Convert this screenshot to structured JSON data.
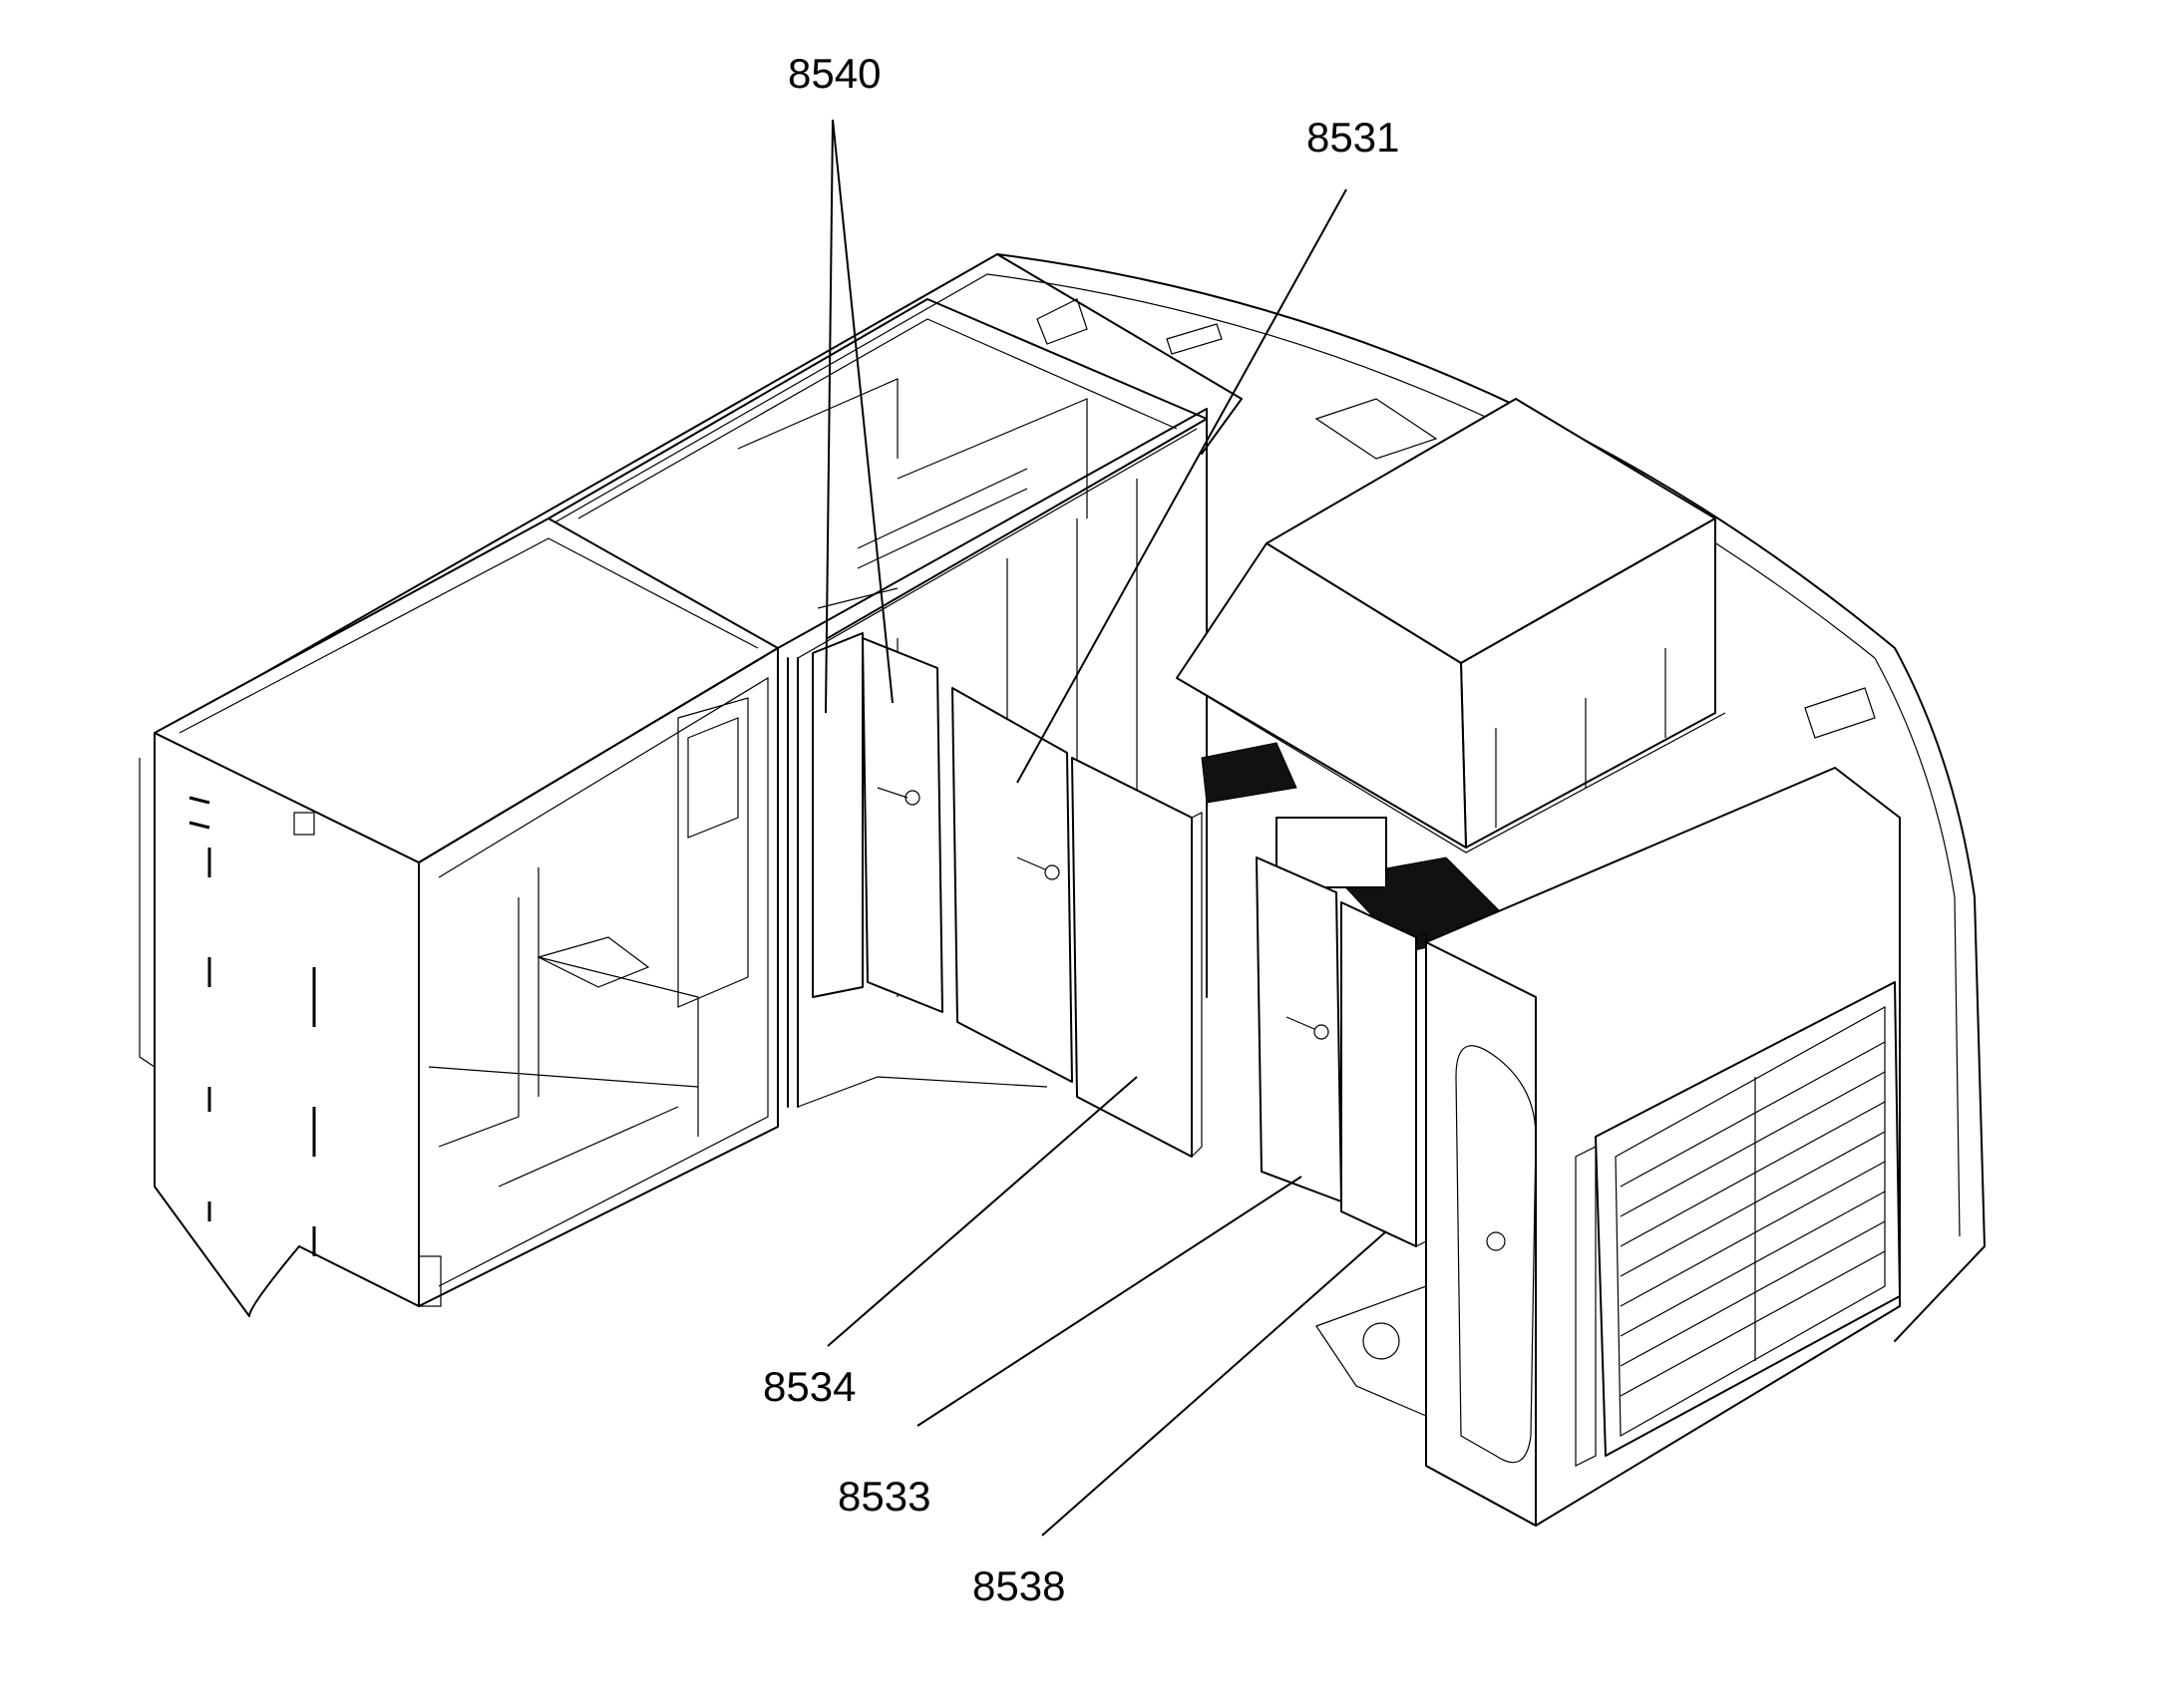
{
  "callouts": {
    "c8540": "8540",
    "c8531": "8531",
    "c8534": "8534",
    "c8533": "8533",
    "c8538": "8538"
  },
  "colors": {
    "line": "#000000",
    "background": "#ffffff",
    "filter": "#111111"
  }
}
